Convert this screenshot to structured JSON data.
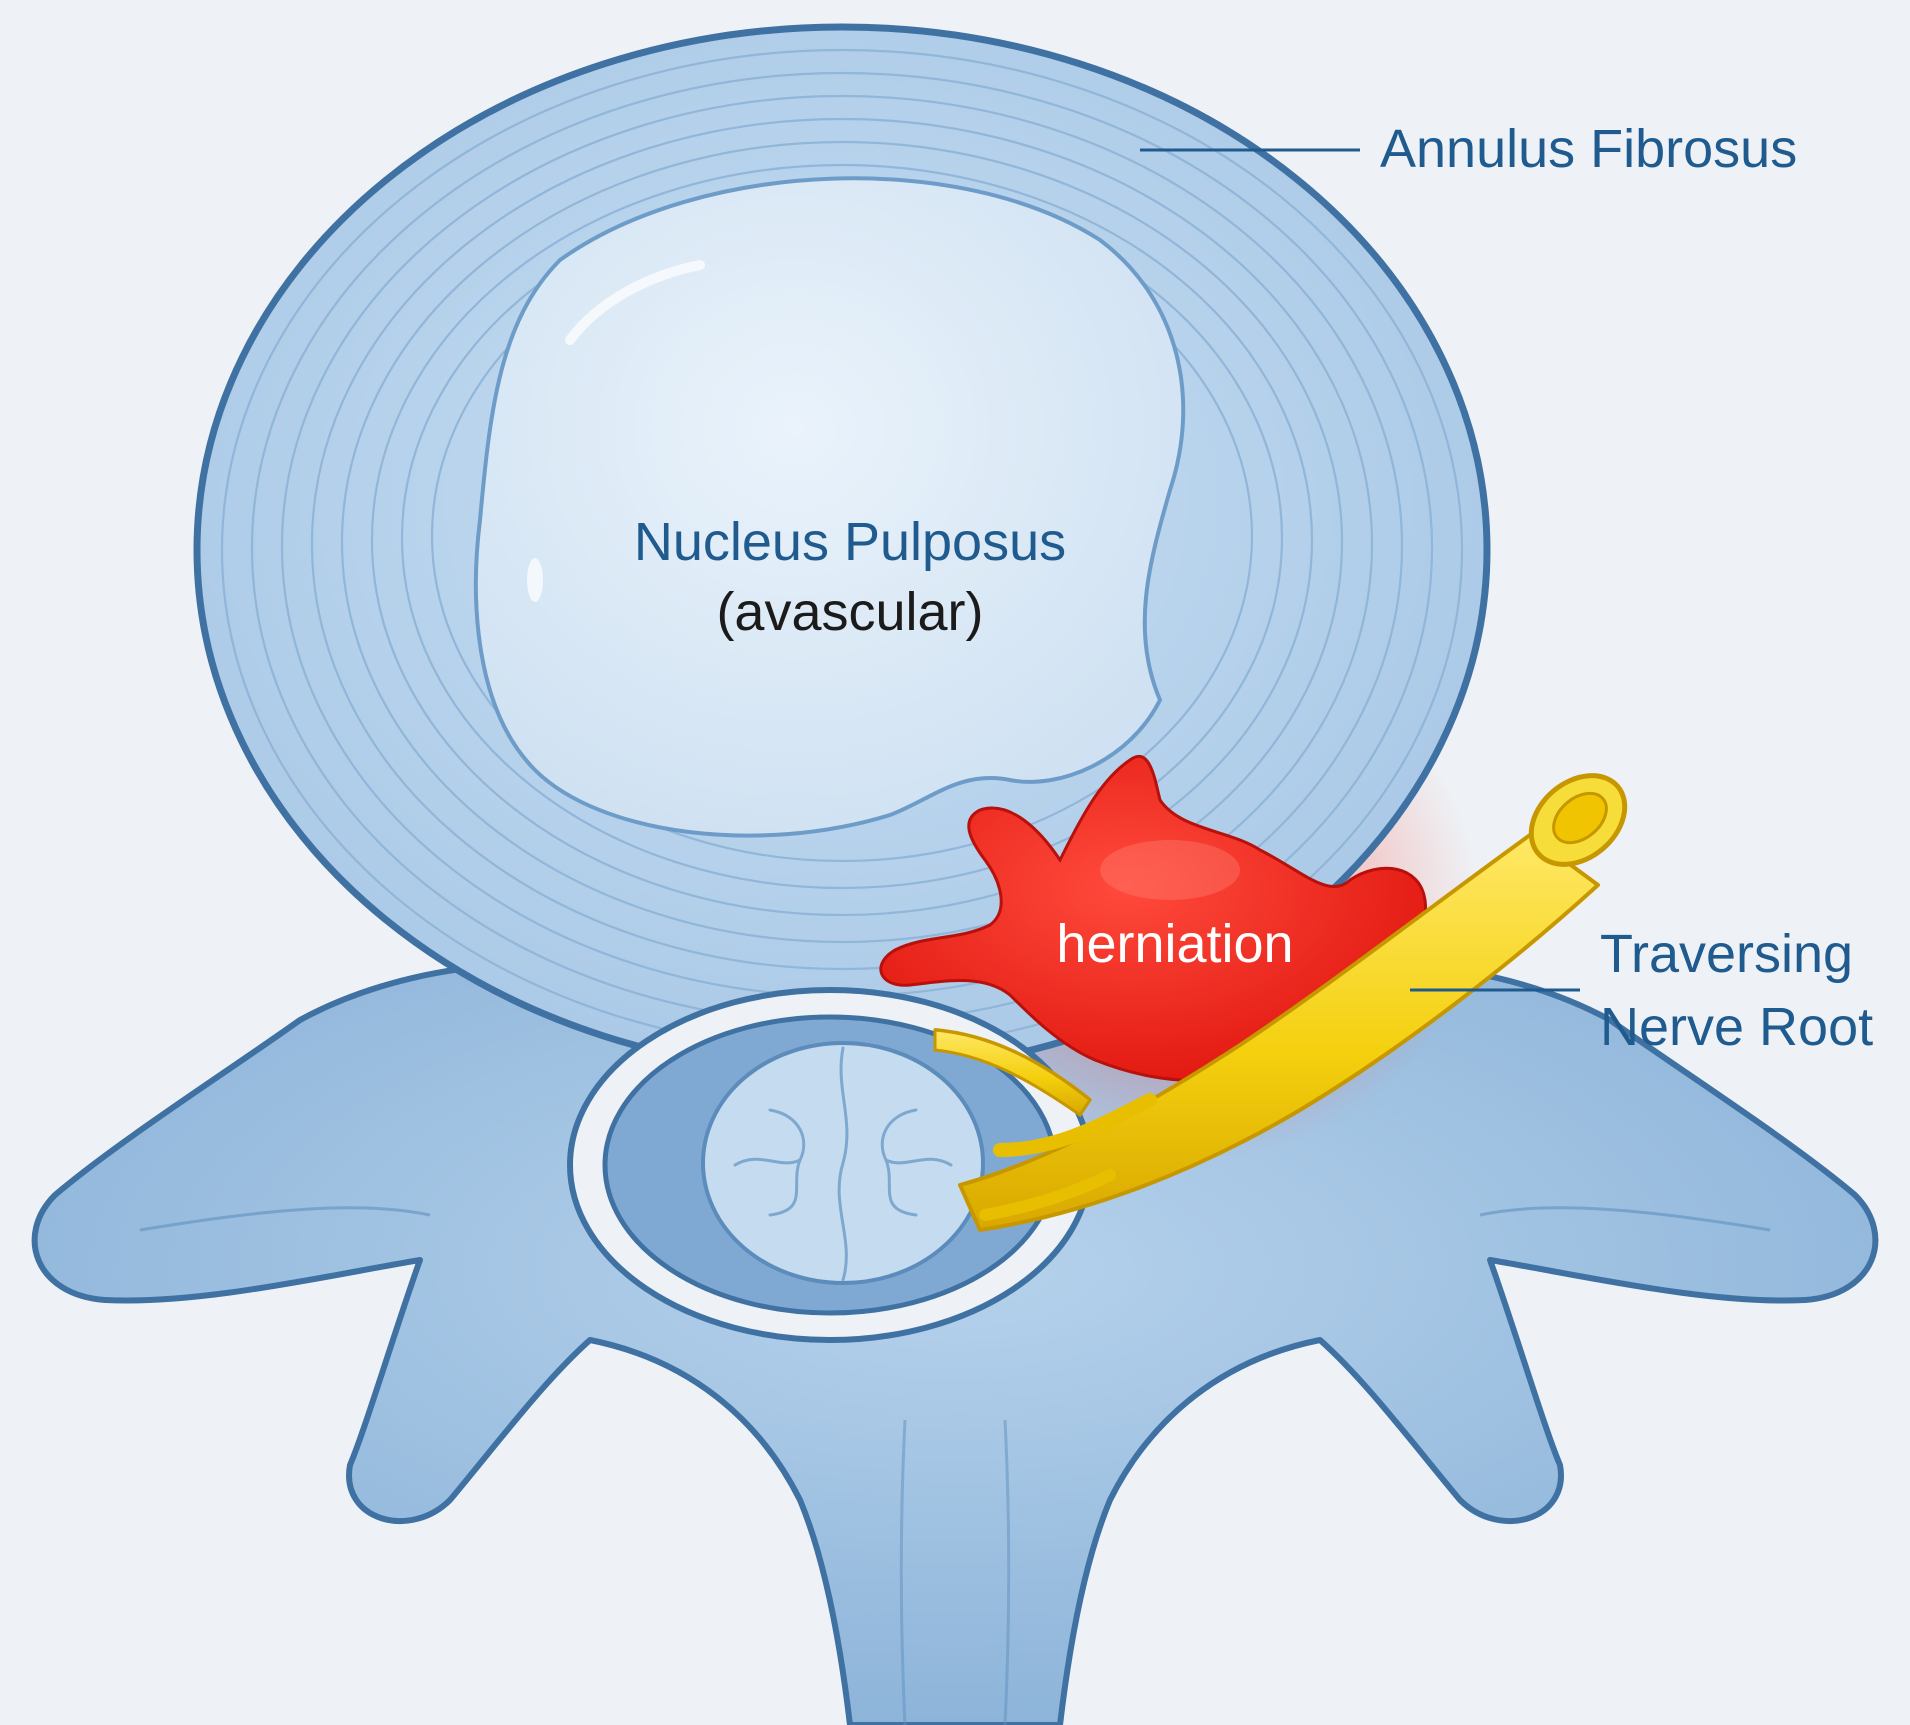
{
  "labels": {
    "annulus": "Annulus Fibrosus",
    "nucleus_line1": "Nucleus Pulposus",
    "nucleus_line2": "(avascular)",
    "herniation": "herniation",
    "nerve_line1": "Traversing",
    "nerve_line2": "Nerve Root"
  },
  "colors": {
    "background": "#eef2f6",
    "bone": "#8fb6d9",
    "bone_outline": "#3f72a3",
    "annulus": "#b4d0ea",
    "nucleus": "#d9e8f5",
    "herniation": "#ee2a1f",
    "nerve": "#f2cf14",
    "label_blue": "#1f5b8e",
    "label_dark": "#1b1b1b",
    "label_white": "#ffffff"
  }
}
